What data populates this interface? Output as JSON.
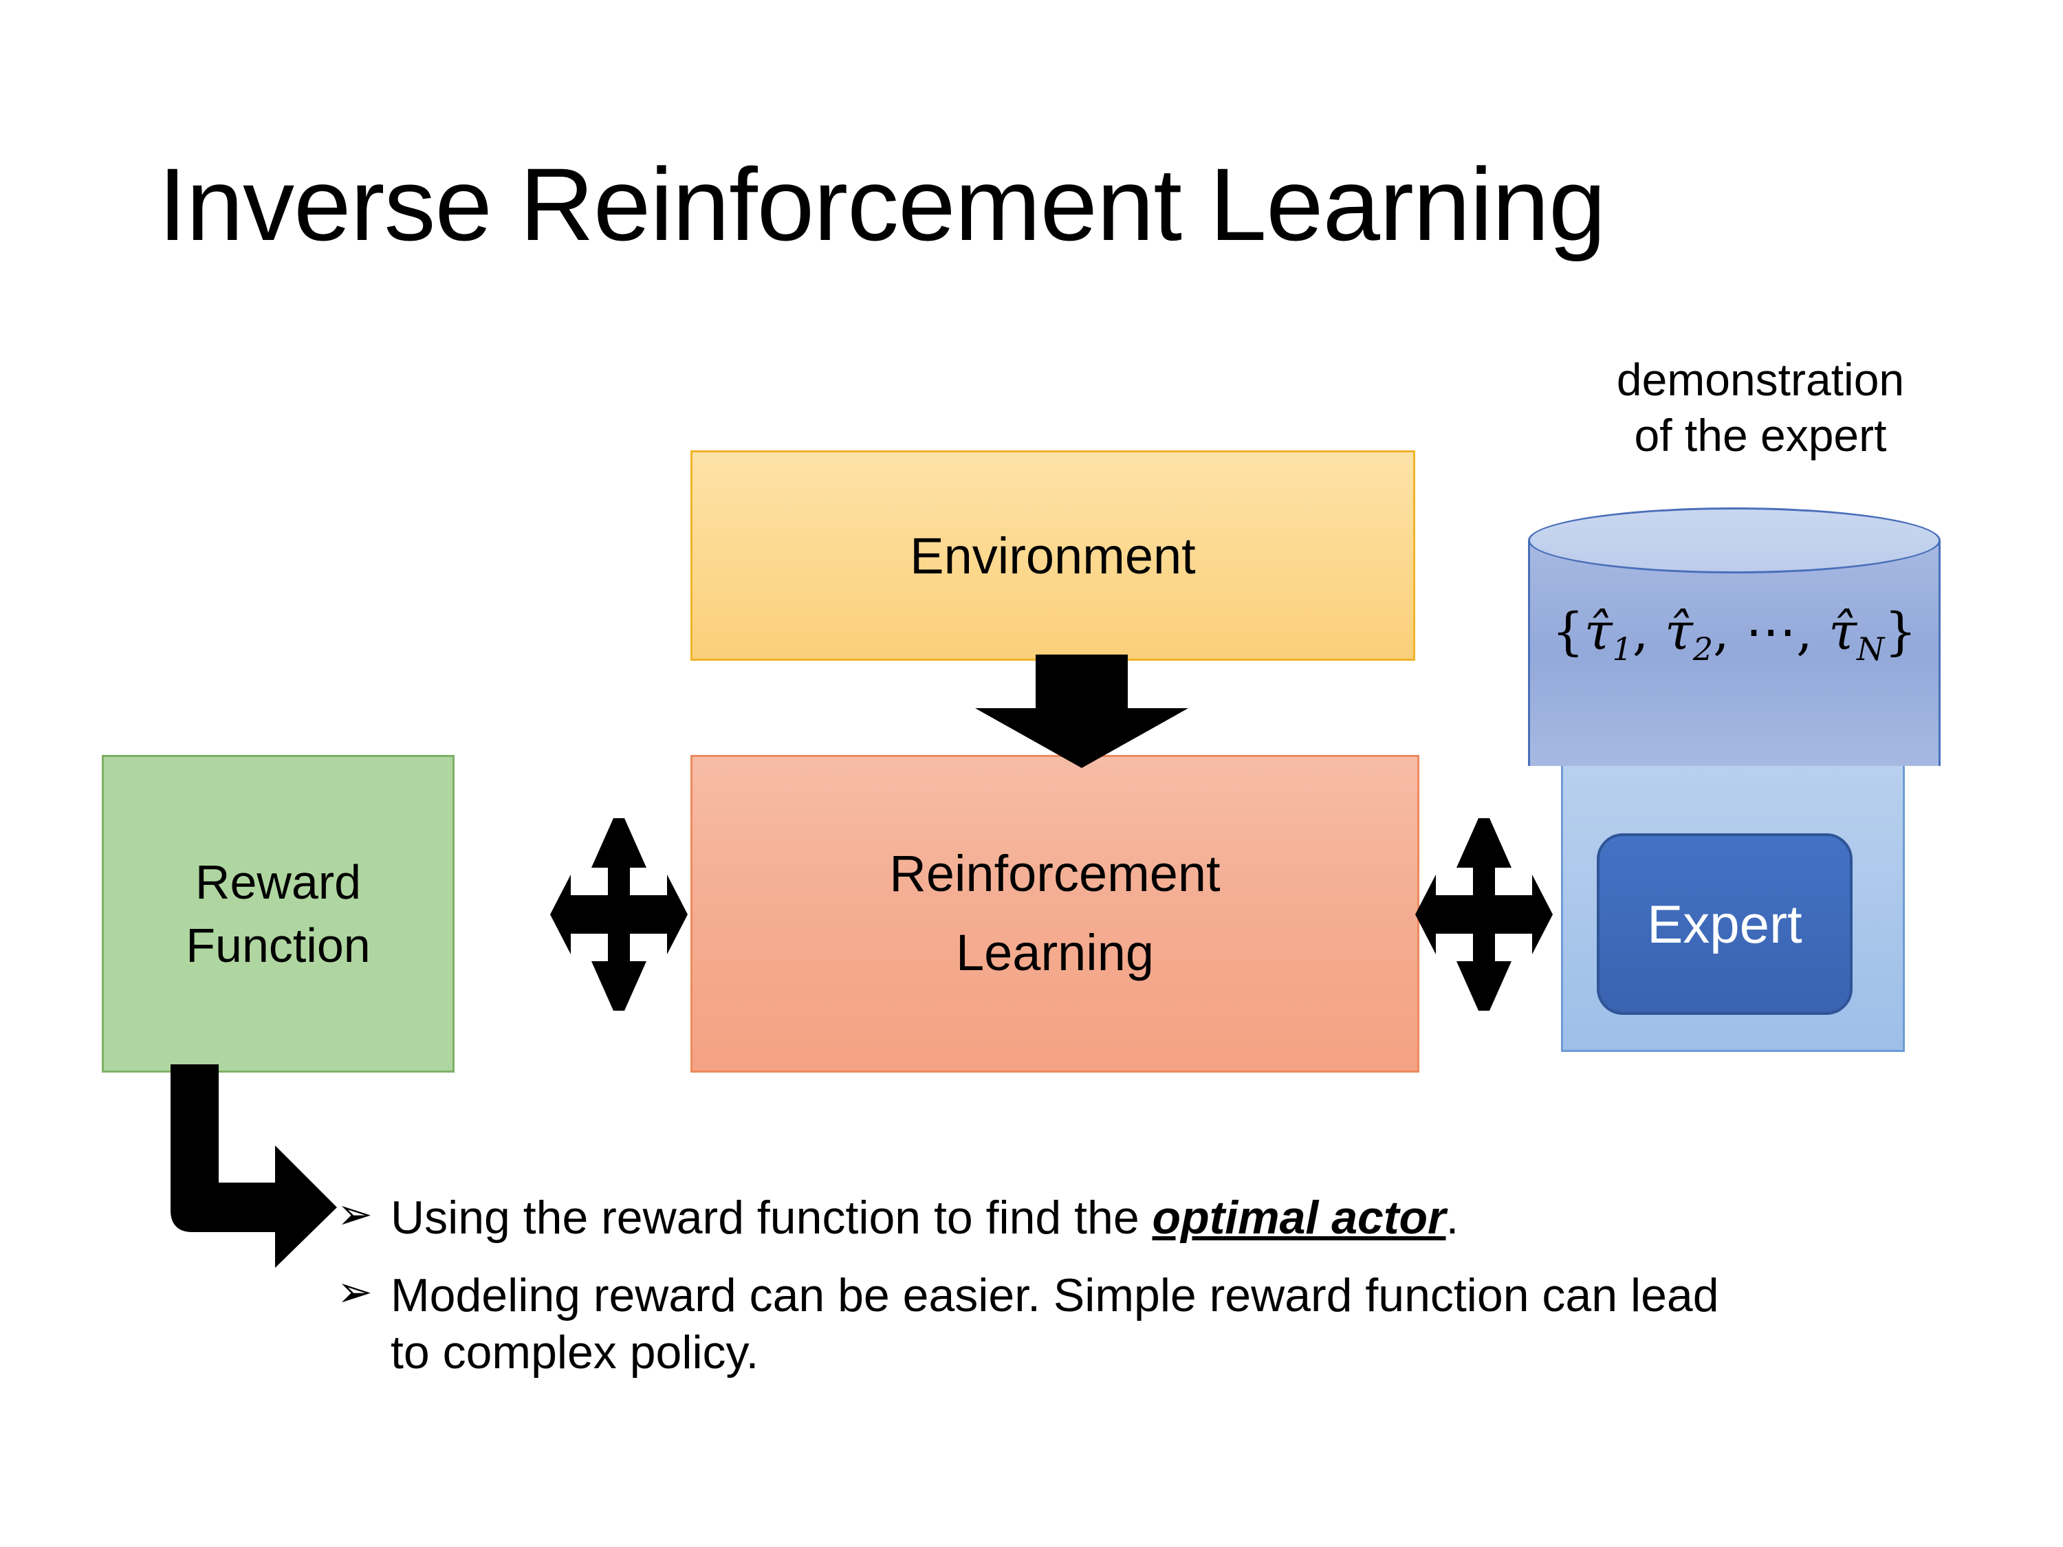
{
  "slide": {
    "title": "Inverse Reinforcement Learning"
  },
  "diagram": {
    "environment_box": {
      "label": "Environment",
      "fill": "#FCD88E",
      "border": "#F0B429"
    },
    "rl_box": {
      "label_line1": "Reinforcement",
      "label_line2": "Learning",
      "fill": "#F4AE93",
      "border": "#ED8A5E"
    },
    "reward_box": {
      "label_line1": "Reward",
      "label_line2": "Function",
      "fill": "#AFD6A0",
      "border": "#7DB065"
    },
    "expert_panel": {
      "fill": "#9DBFE8",
      "border": "#6E9BD8"
    },
    "expert_button": {
      "label": "Expert",
      "fill": "#4472C4",
      "text_color": "#FFFFFF",
      "border": "#2F5597"
    },
    "demo_caption": {
      "line1": "demonstration",
      "line2": "of the expert"
    },
    "cylinder": {
      "fill": "#93A9DA",
      "top_fill": "#C9D7F0",
      "border": "#4A6FBA",
      "formula_open": "{",
      "formula_tau1": "τ̂",
      "formula_sub1": "1",
      "formula_comma1": ",",
      "formula_tau2": "τ̂",
      "formula_sub2": "2",
      "formula_comma2": ",",
      "formula_dots": "⋯",
      "formula_comma3": ",",
      "formula_tauN": "τ̂",
      "formula_subN": "N",
      "formula_close": "}",
      "formula_plain": "{τ̂1, τ̂2, ⋯, τ̂N}"
    },
    "arrows": {
      "env_to_rl": "down-arrow",
      "reward_rl_link": "left-right-quad-arrow",
      "rl_expert_link": "left-right-quad-arrow",
      "reward_to_bullets": "bent-arrow",
      "color": "#000000"
    }
  },
  "bullets": {
    "marker": "➢",
    "items": [
      {
        "text_before": "Using the reward function to find the ",
        "emphasis": "optimal actor",
        "text_after": "."
      },
      {
        "text_before": "Modeling reward can be easier. Simple reward function can lead to complex policy.",
        "emphasis": "",
        "text_after": ""
      }
    ]
  }
}
